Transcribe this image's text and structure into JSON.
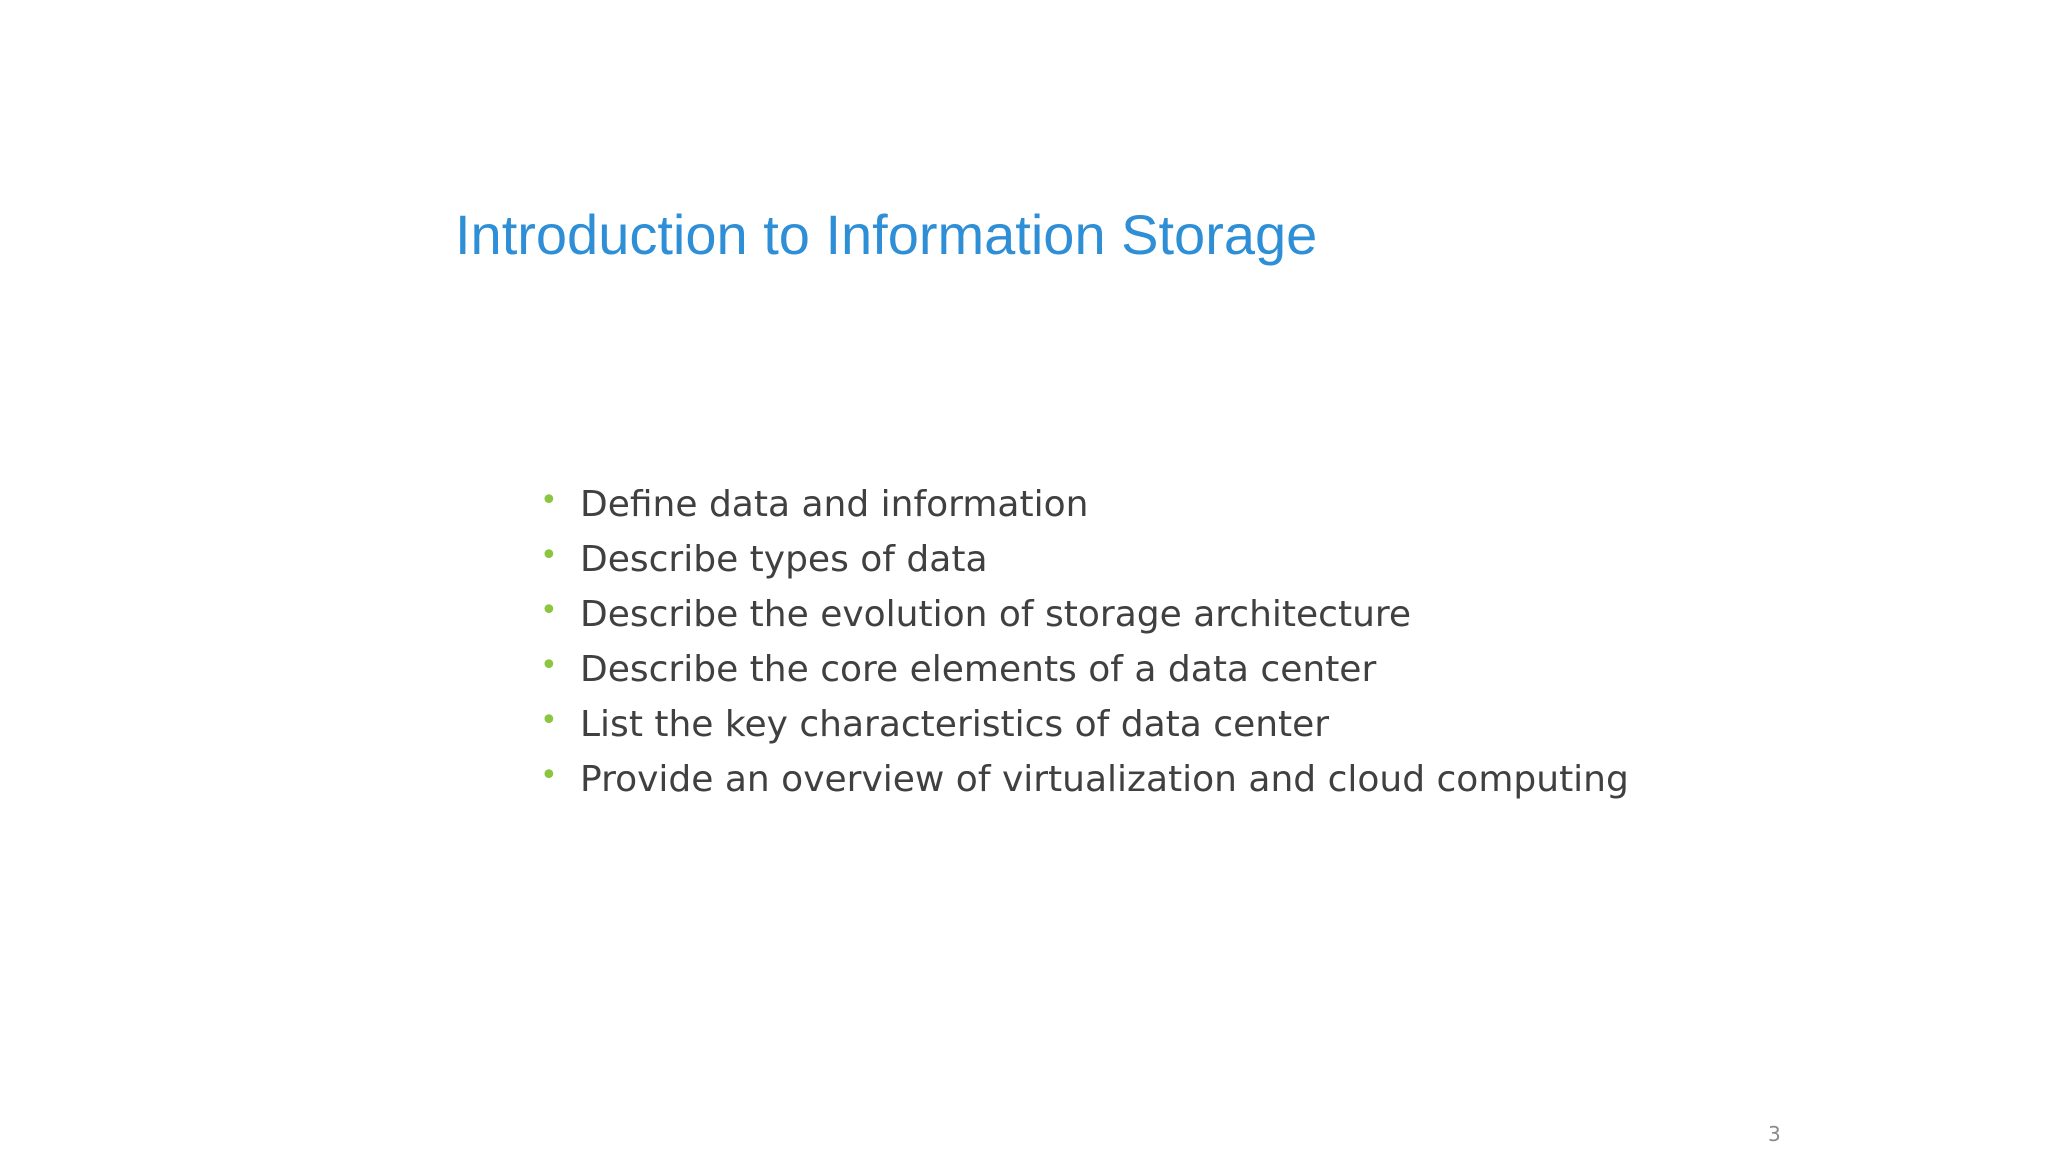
{
  "slide": {
    "title": "Introduction to Information Storage",
    "bullets": [
      "Define data and information",
      "Describe types of data",
      "Describe the evolution of storage architecture",
      "Describe the core elements of a data center",
      "List the key characteristics of data center",
      "Provide an overview of virtualization and cloud computing"
    ],
    "page_number": "3"
  },
  "colors": {
    "title": "#2f8fd6",
    "bullet_marker": "#8cc63f",
    "body_text": "#404040"
  },
  "icons": {
    "bullet_marker": "bullet-dot-icon"
  }
}
